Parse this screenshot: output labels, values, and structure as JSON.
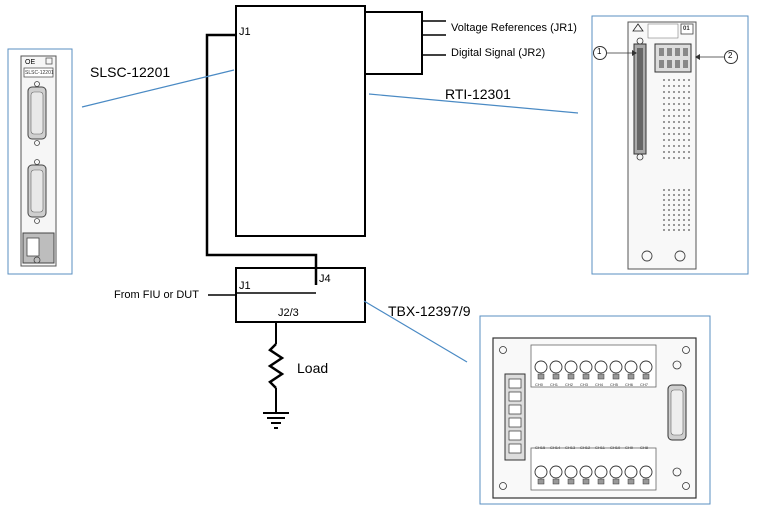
{
  "main_module": {
    "connector": "J1"
  },
  "rti": {
    "name": "RTI-12301",
    "output_1": "Voltage References (JR1)",
    "output_2": "Digital Signal (JR2)",
    "callout_1": "1",
    "callout_2": "2",
    "slot": "01"
  },
  "slsc": {
    "name": "SLSC-12201",
    "panel_label": "SLSC-12201"
  },
  "tbx": {
    "name": "TBX-12397/9",
    "connector_j1": "J1",
    "connector_j4": "J4",
    "connector_j23": "J2/3",
    "input_label": "From FIU or DUT",
    "top_channels": [
      "CH0",
      "CH1",
      "CH2",
      "CH3",
      "CH4",
      "CH5",
      "CH6",
      "CH7"
    ],
    "bottom_channels": [
      "CH15",
      "CH14",
      "CH13",
      "CH12",
      "CH11",
      "CH10",
      "CH9",
      "CH8"
    ]
  },
  "load": {
    "label": "Load"
  }
}
